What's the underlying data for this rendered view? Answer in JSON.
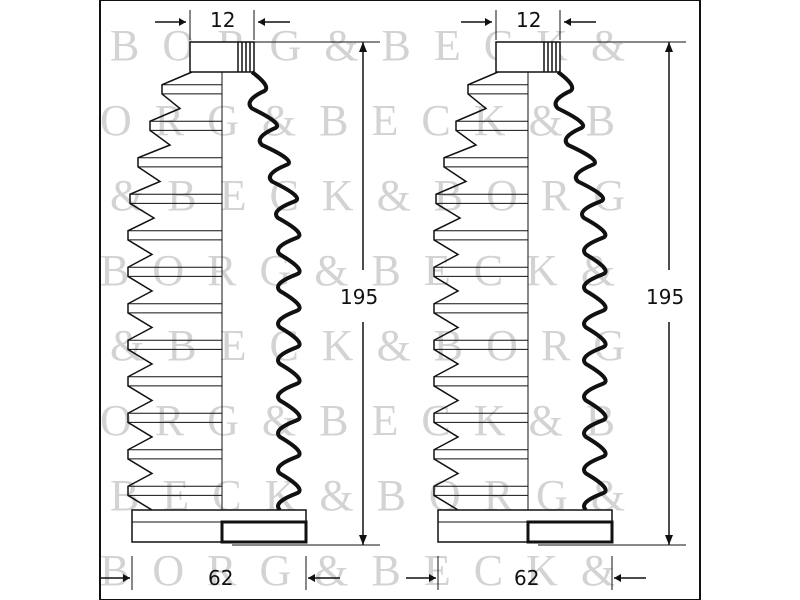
{
  "watermark": {
    "text": "BORG & BECK"
  },
  "boots": [
    {
      "top_dimension": "12",
      "length_dimension": "195",
      "bottom_dimension": "62"
    },
    {
      "top_dimension": "12",
      "length_dimension": "195",
      "bottom_dimension": "62"
    }
  ],
  "colors": {
    "line": "#111111",
    "watermark": "#cfcfcf",
    "background": "#ffffff"
  }
}
